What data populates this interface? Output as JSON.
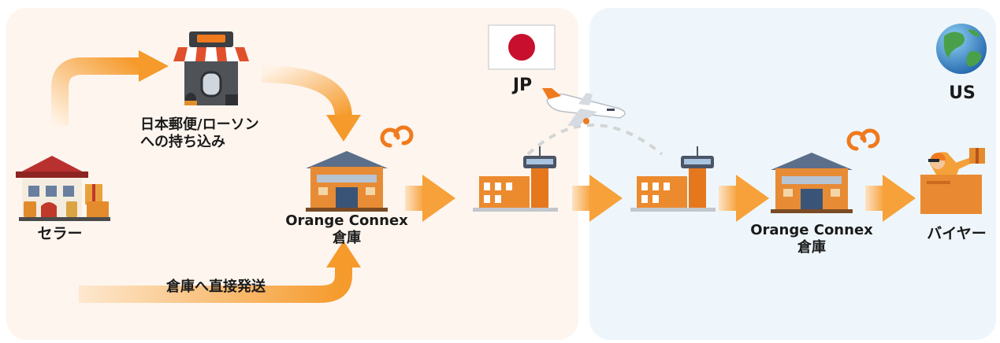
{
  "countries": {
    "jp": "JP",
    "us": "US"
  },
  "nodes": {
    "seller": "セラー",
    "post_office": [
      "日本郵便/ローソン",
      "への持ち込み"
    ],
    "warehouse_jp": [
      "Orange Connex",
      "倉庫"
    ],
    "warehouse_us": [
      "Orange Connex",
      "倉庫"
    ],
    "buyer": "バイヤー"
  },
  "routes": {
    "direct": "倉庫へ直接発送"
  },
  "colors": {
    "jp_panel": "#fdf5ee",
    "us_panel": "#eef6fb",
    "arrow_orange": "#f5a033",
    "brand_orange": "#f07a1e",
    "flag_red": "#c8102e"
  },
  "icons": [
    "house-icon",
    "store-icon",
    "warehouse-icon",
    "airport-icon",
    "airplane-icon",
    "japan-flag-icon",
    "globe-icon",
    "orange-connex-logo-icon",
    "delivery-person-icon"
  ]
}
